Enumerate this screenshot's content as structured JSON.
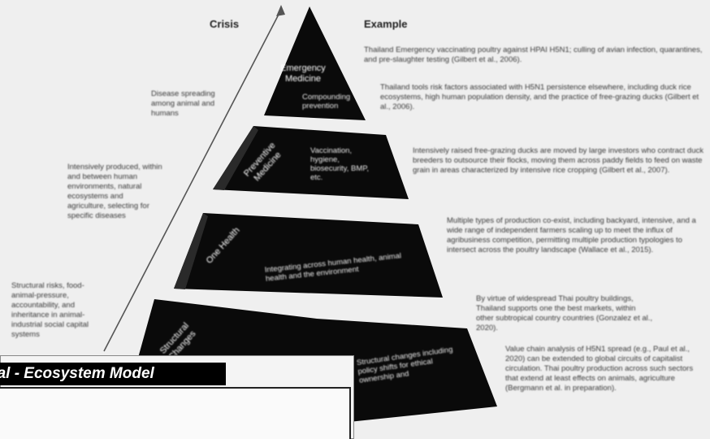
{
  "headers": {
    "crisis": "Crisis",
    "example": "Example"
  },
  "tiers": [
    {
      "label": "Emergency Medicine",
      "desc": "Compounding prevention"
    },
    {
      "label": "Preventive Medicine",
      "desc": "Vaccination, hygiene, biosecurity, BMP, etc."
    },
    {
      "label": "One Health",
      "desc": "Integrating across human health, animal health and the environment"
    },
    {
      "label": "Structural Changes",
      "desc": "Structural changes including policy shifts for ethical ownership and"
    }
  ],
  "left_notes": [
    "Disease spreading among animal and humans",
    "Intensively produced, within and between human environments, natural ecosystems and agriculture, selecting for specific diseases",
    "Structural risks, food-animal-pressure, accountability, and inheritance in animal-industrial social capital systems"
  ],
  "examples": [
    "Thailand Emergency vaccinating poultry against HPAI H5N1; culling of avian infection, quarantines, and pre-slaughter testing (Gilbert et al., 2006).",
    "Thailand tools risk factors associated with H5N1 persistence elsewhere, including duck rice ecosystems, high human population density, and the practice of free-grazing ducks (Gilbert et al., 2006).",
    "Intensively raised free-grazing ducks are moved by large investors who contract duck breeders to outsource their flocks, moving them across paddy fields to feed on waste grain in areas characterized by intensive rice cropping (Gilbert et al., 2007).",
    "Multiple types of production co-exist, including backyard, intensive, and a wide range of independent farmers scaling up to meet the influx of agribusiness competition, permitting multiple production typologies to intersect across the poultry landscape (Wallace et al., 2015).",
    "By virtue of widespread Thai poultry buildings, Thailand supports one the best markets, within other subtropical country countries (Gonzalez et al., 2020).",
    "Value chain analysis of H5N1 spread (e.g., Paul et al., 2020) can be extended to global circuits of capitalist circulation. Thai poultry production across such sectors that extend at least effects on animals, agriculture (Bergmann et al. in preparation)."
  ],
  "title": "cal - Ecosystem Model"
}
